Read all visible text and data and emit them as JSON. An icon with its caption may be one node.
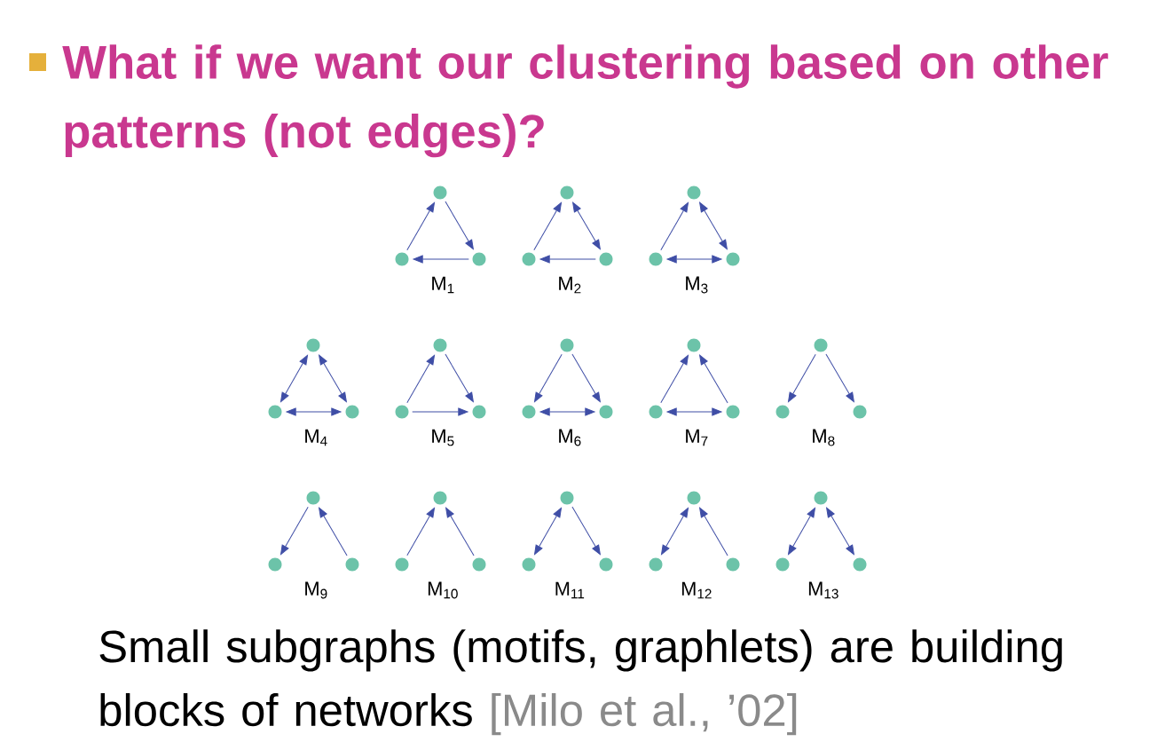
{
  "diagram": {
    "title": "What if we want our clustering based on other patterns (not edges)?",
    "caption": "Small subgraphs (motifs, graphlets) are building blocks of networks",
    "nodes": [
      {
        "text": [],
        "shape": "circle"
      },
      {
        "text": [],
        "shape": "circle"
      },
      {
        "text": [],
        "shape": "circle"
      },
      {
        "text": [],
        "shape": "circle"
      },
      {
        "text": [],
        "shape": "circle"
      },
      {
        "text": [],
        "shape": "circle"
      },
      {
        "text": [],
        "shape": "circle"
      },
      {
        "text": [],
        "shape": "circle"
      },
      {
        "text": [],
        "shape": "circle"
      },
      {
        "text": [],
        "shape": "circle"
      },
      {
        "text": [],
        "shape": "circle"
      },
      {
        "text": [],
        "shape": "circle"
      },
      {
        "text": [],
        "shape": "circle"
      },
      {
        "text": [],
        "shape": "circle"
      },
      {
        "text": [],
        "shape": "circle"
      },
      {
        "text": [],
        "shape": "circle"
      },
      {
        "text": [],
        "shape": "circle"
      },
      {
        "text": [],
        "shape": "circle"
      },
      {
        "text": [],
        "shape": "circle"
      },
      {
        "text": [],
        "shape": "circle"
      },
      {
        "text": [],
        "shape": "circle"
      },
      {
        "text": [],
        "shape": "circle"
      },
      {
        "text": [],
        "shape": "circle"
      },
      {
        "text": [],
        "shape": "circle"
      },
      {
        "text": [],
        "shape": "circle"
      },
      {
        "text": [],
        "shape": "circle"
      },
      {
        "text": [],
        "shape": "circle"
      },
      {
        "text": [],
        "shape": "circle"
      },
      {
        "text": [],
        "shape": "circle"
      },
      {
        "text": [],
        "shape": "circle"
      },
      {
        "text": [],
        "shape": "circle"
      },
      {
        "text": [],
        "shape": "circle"
      },
      {
        "text": [],
        "shape": "circle"
      },
      {
        "text": [],
        "shape": "circle"
      },
      {
        "text": [],
        "shape": "circle"
      },
      {
        "text": [],
        "shape": "circle"
      },
      {
        "text": [],
        "shape": "circle"
      },
      {
        "text": [],
        "shape": "circle"
      },
      {
        "text": [],
        "shape": "circle"
      }
    ],
    "edges": [
      {
        "from": 1,
        "to": 0,
        "arrow": "to"
      },
      {
        "from": 0,
        "to": 2,
        "arrow": "to"
      },
      {
        "from": 2,
        "to": 1,
        "arrow": "to"
      },
      {
        "from": 4,
        "to": 3,
        "arrow": "to"
      },
      {
        "from": 3,
        "to": 5,
        "arrow": "both"
      },
      {
        "from": 5,
        "to": 4,
        "arrow": "to"
      },
      {
        "from": 7,
        "to": 6,
        "arrow": "to"
      },
      {
        "from": 6,
        "to": 8,
        "arrow": "both"
      },
      {
        "from": 7,
        "to": 8,
        "arrow": "both"
      },
      {
        "from": 9,
        "to": 10,
        "arrow": "both"
      },
      {
        "from": 9,
        "to": 11,
        "arrow": "both"
      },
      {
        "from": 10,
        "to": 11,
        "arrow": "both"
      },
      {
        "from": 13,
        "to": 12,
        "arrow": "to"
      },
      {
        "from": 12,
        "to": 14,
        "arrow": "to"
      },
      {
        "from": 13,
        "to": 14,
        "arrow": "to"
      },
      {
        "from": 15,
        "to": 16,
        "arrow": "to"
      },
      {
        "from": 15,
        "to": 17,
        "arrow": "to"
      },
      {
        "from": 16,
        "to": 17,
        "arrow": "both"
      },
      {
        "from": 19,
        "to": 18,
        "arrow": "to"
      },
      {
        "from": 20,
        "to": 18,
        "arrow": "to"
      },
      {
        "from": 19,
        "to": 20,
        "arrow": "both"
      },
      {
        "from": 21,
        "to": 22,
        "arrow": "to"
      },
      {
        "from": 21,
        "to": 23,
        "arrow": "to"
      },
      {
        "from": 24,
        "to": 25,
        "arrow": "to"
      },
      {
        "from": 26,
        "to": 24,
        "arrow": "to"
      },
      {
        "from": 28,
        "to": 27,
        "arrow": "to"
      },
      {
        "from": 29,
        "to": 27,
        "arrow": "to"
      },
      {
        "from": 30,
        "to": 31,
        "arrow": "both"
      },
      {
        "from": 30,
        "to": 32,
        "arrow": "to"
      },
      {
        "from": 33,
        "to": 34,
        "arrow": "both"
      },
      {
        "from": 35,
        "to": 33,
        "arrow": "to"
      },
      {
        "from": 36,
        "to": 37,
        "arrow": "both"
      },
      {
        "from": 36,
        "to": 38,
        "arrow": "both"
      }
    ],
    "labels": [
      "M$_{1}$",
      "M$_{2}$",
      "M$_{3}$",
      "M$_{4}$",
      "M$_{5}$",
      "M$_{6}$",
      "M$_{7}$",
      "M$_{8}$",
      "M$_{9}$",
      "M$_{10}$",
      "M$_{11}$",
      "M$_{12}$",
      "M$_{13}$",
      "[Milo et al., ’02]"
    ]
  }
}
